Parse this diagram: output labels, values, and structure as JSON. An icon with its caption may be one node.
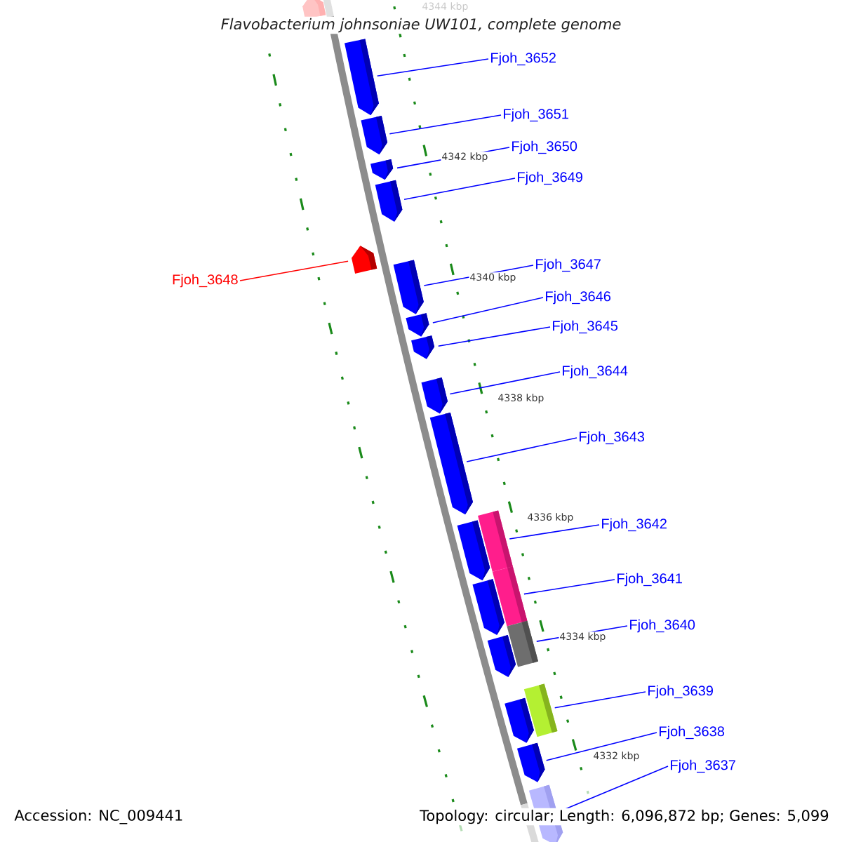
{
  "diagram": {
    "title": "Flavobacterium johnsoniae UW101, complete genome",
    "nodes": [
      {
        "text": [
          "Fjoh_3652"
        ]
      },
      {
        "text": [
          "Fjoh_3651"
        ]
      },
      {
        "text": [
          "Fjoh_3650"
        ]
      },
      {
        "text": [
          "Fjoh_3649"
        ]
      },
      {
        "text": [
          "Fjoh_3648"
        ]
      },
      {
        "text": [
          "Fjoh_3647"
        ]
      },
      {
        "text": [
          "Fjoh_3646"
        ]
      },
      {
        "text": [
          "Fjoh_3645"
        ]
      },
      {
        "text": [
          "Fjoh_3644"
        ]
      },
      {
        "text": [
          "Fjoh_3643"
        ]
      },
      {
        "text": [
          "Fjoh_3642"
        ]
      },
      {
        "text": [
          "Fjoh_3641"
        ]
      },
      {
        "text": [
          "Fjoh_3640"
        ]
      },
      {
        "text": [
          "Fjoh_3639"
        ]
      },
      {
        "text": [
          "Fjoh_3638"
        ]
      },
      {
        "text": [
          "Fjoh_3637"
        ]
      },
      {
        "text": [],
        "shape": "pentagon"
      },
      {
        "text": [],
        "shape": "pentagon"
      },
      {
        "text": [],
        "shape": "pentagon"
      },
      {
        "text": [],
        "shape": "pentagon"
      },
      {
        "text": [],
        "shape": "pentagon"
      },
      {
        "text": [],
        "shape": "pentagon"
      },
      {
        "text": [],
        "shape": "pentagon"
      },
      {
        "text": [],
        "shape": "pentagon"
      },
      {
        "text": [],
        "shape": "pentagon"
      },
      {
        "text": [],
        "shape": "pentagon"
      },
      {
        "text": [],
        "shape": "pentagon"
      },
      {
        "text": [],
        "shape": "pentagon"
      },
      {
        "text": [],
        "shape": "box"
      },
      {
        "text": [],
        "shape": "pentagon"
      },
      {
        "text": [],
        "shape": "box"
      },
      {
        "text": [],
        "shape": "pentagon"
      },
      {
        "text": [],
        "shape": "box"
      },
      {
        "text": [],
        "shape": "pentagon"
      },
      {
        "text": [],
        "shape": "box"
      },
      {
        "text": [],
        "shape": "pentagon"
      },
      {
        "text": [],
        "shape": "pentagon"
      }
    ],
    "edges": [
      {
        "from": 0,
        "to": 17,
        "arrow": "none"
      },
      {
        "from": 1,
        "to": 18,
        "arrow": "none"
      },
      {
        "from": 2,
        "to": 19,
        "arrow": "none"
      },
      {
        "from": 3,
        "to": 20,
        "arrow": "none"
      },
      {
        "from": 4,
        "to": 21,
        "arrow": "none",
        "color": "#ff0000"
      },
      {
        "from": 5,
        "to": 22,
        "arrow": "none"
      },
      {
        "from": 6,
        "to": 23,
        "arrow": "none"
      },
      {
        "from": 7,
        "to": 24,
        "arrow": "none"
      },
      {
        "from": 8,
        "to": 25,
        "arrow": "none"
      },
      {
        "from": 9,
        "to": 26,
        "arrow": "none"
      },
      {
        "from": 10,
        "to": 28,
        "arrow": "none"
      },
      {
        "from": 11,
        "to": 30,
        "arrow": "none"
      },
      {
        "from": 12,
        "to": 32,
        "arrow": "none"
      },
      {
        "from": 13,
        "to": 34,
        "arrow": "none"
      },
      {
        "from": 14,
        "to": 35,
        "arrow": "none"
      },
      {
        "from": 15,
        "to": 36,
        "arrow": "none"
      }
    ],
    "labels": [
      "4344 kbp",
      "4342 kbp",
      "4340 kbp",
      "4338 kbp",
      "4336 kbp",
      "4334 kbp",
      "4332 kbp",
      "Accession: NC_009441",
      "Topology: circular; Length: 6,096,872 bp; Genes: 5,099"
    ]
  }
}
